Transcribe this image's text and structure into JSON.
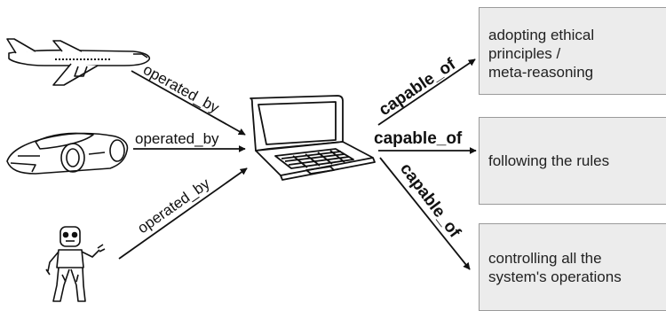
{
  "edges": {
    "airplane_to_laptop": "operated_by",
    "car_to_laptop": "operated_by",
    "robot_to_laptop": "operated_by",
    "laptop_to_ethics": "capable_of",
    "laptop_to_rules": "capable_of",
    "laptop_to_control": "capable_of"
  },
  "boxes": {
    "ethics": "adopting ethical\nprinciples /\nmeta-reasoning",
    "rules": "following the rules",
    "control": "controlling all the\nsystem's operations"
  },
  "icons": {
    "airplane": "airplane-icon",
    "car": "sports-car-icon",
    "robot": "humanoid-robot-icon",
    "laptop": "laptop-icon"
  },
  "colors": {
    "box_fill": "#ececec",
    "box_border": "#9a9a9a",
    "stroke": "#111111"
  }
}
